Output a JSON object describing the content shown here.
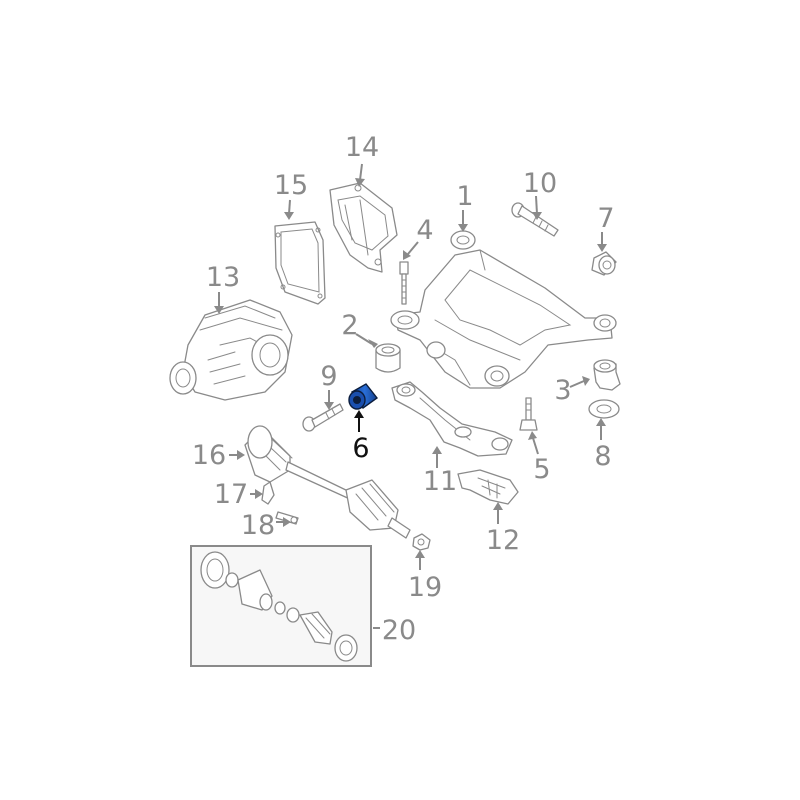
{
  "callouts": {
    "c1": "1",
    "c2": "2",
    "c3": "3",
    "c4": "4",
    "c5": "5",
    "c6": "6",
    "c7": "7",
    "c8": "8",
    "c9": "9",
    "c10": "10",
    "c11": "11",
    "c12": "12",
    "c13": "13",
    "c14": "14",
    "c15": "15",
    "c16": "16",
    "c17": "17",
    "c18": "18",
    "c19": "19",
    "c20": "20"
  },
  "highlighted_part": "6",
  "colors": {
    "line": "#8a8a8a",
    "highlight_fill": "#1f5fc4",
    "highlight_stroke": "#0c1d3c",
    "active_label": "#111111",
    "kit_box_fill": "#f7f7f7"
  },
  "icons": [
    "arrow-head-icon"
  ]
}
